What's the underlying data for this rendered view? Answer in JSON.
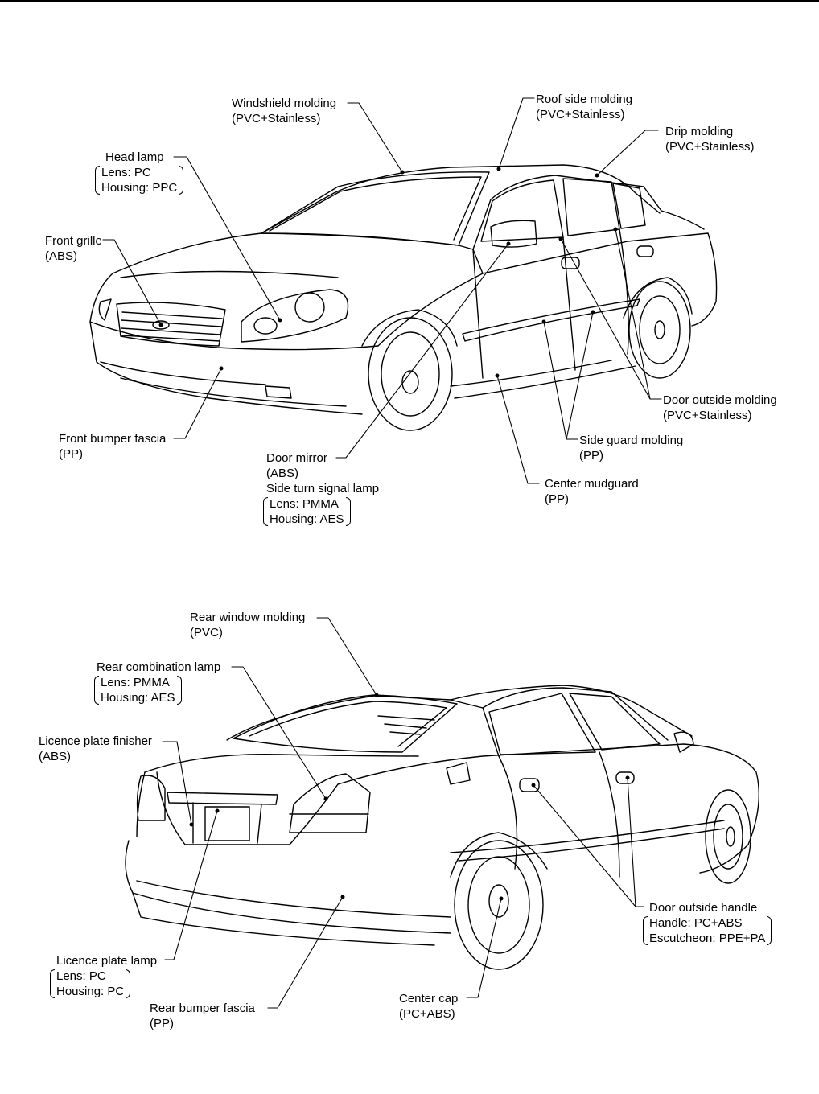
{
  "front_view": {
    "windshield_molding": {
      "name": "Windshield molding",
      "material": "(PVC+Stainless)"
    },
    "roof_side_molding": {
      "name": "Roof side molding",
      "material": "(PVC+Stainless)"
    },
    "drip_molding": {
      "name": "Drip molding",
      "material": "(PVC+Stainless)"
    },
    "head_lamp": {
      "name": "Head lamp",
      "lens": "Lens: PC",
      "housing": "Housing: PPC"
    },
    "front_grille": {
      "name": "Front grille",
      "material": "(ABS)"
    },
    "front_bumper_fascia": {
      "name": "Front bumper fascia",
      "material": "(PP)"
    },
    "door_mirror": {
      "name": "Door mirror",
      "material": "(ABS)",
      "sub": "Side turn signal lamp",
      "lens": "Lens: PMMA",
      "housing": "Housing: AES"
    },
    "door_outside_molding": {
      "name": "Door outside molding",
      "material": "(PVC+Stainless)"
    },
    "side_guard_molding": {
      "name": "Side guard molding",
      "material": "(PP)"
    },
    "center_mudguard": {
      "name": "Center mudguard",
      "material": "(PP)"
    }
  },
  "rear_view": {
    "rear_window_molding": {
      "name": "Rear window molding",
      "material": "(PVC)"
    },
    "rear_combination_lamp": {
      "name": "Rear combination lamp",
      "lens": "Lens: PMMA",
      "housing": "Housing: AES"
    },
    "licence_plate_finisher": {
      "name": "Licence plate finisher",
      "material": "(ABS)"
    },
    "licence_plate_lamp": {
      "name": "Licence plate lamp",
      "lens": "Lens: PC",
      "housing": "Housing: PC"
    },
    "rear_bumper_fascia": {
      "name": "Rear bumper fascia",
      "material": "(PP)"
    },
    "center_cap": {
      "name": "Center cap",
      "material": "(PC+ABS)"
    },
    "door_outside_handle": {
      "name": "Door outside handle",
      "handle": "Handle: PC+ABS",
      "escutcheon": "Escutcheon: PPE+PA"
    }
  }
}
